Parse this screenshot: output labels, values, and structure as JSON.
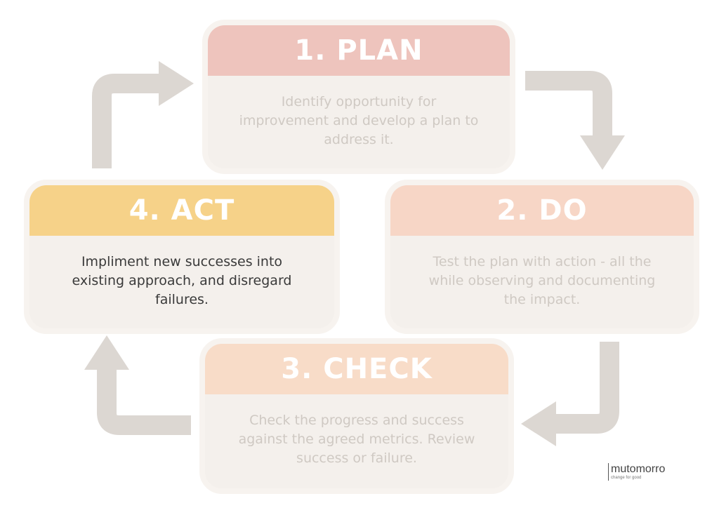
{
  "colors": {
    "arrow": "#dcd7d2",
    "card_bg": "#f4f0ec",
    "plan": "#eec4bd",
    "do": "#f7d6c6",
    "check": "#f8dcc8",
    "act": "#f6d289"
  },
  "steps": {
    "plan": {
      "title": "1. PLAN",
      "description": "Identify opportunity for improvement and develop a plan to address it."
    },
    "do": {
      "title": "2. DO",
      "description": "Test the plan with action - all the while observing and documenting the impact."
    },
    "check": {
      "title": "3. CHECK",
      "description": "Check the progress and success against the agreed metrics. Review success or failure."
    },
    "act": {
      "title": "4. ACT",
      "description": "Impliment new successes into existing approach, and disregard failures."
    }
  },
  "logo": {
    "name": "mutomorro",
    "tagline": "change for good"
  }
}
